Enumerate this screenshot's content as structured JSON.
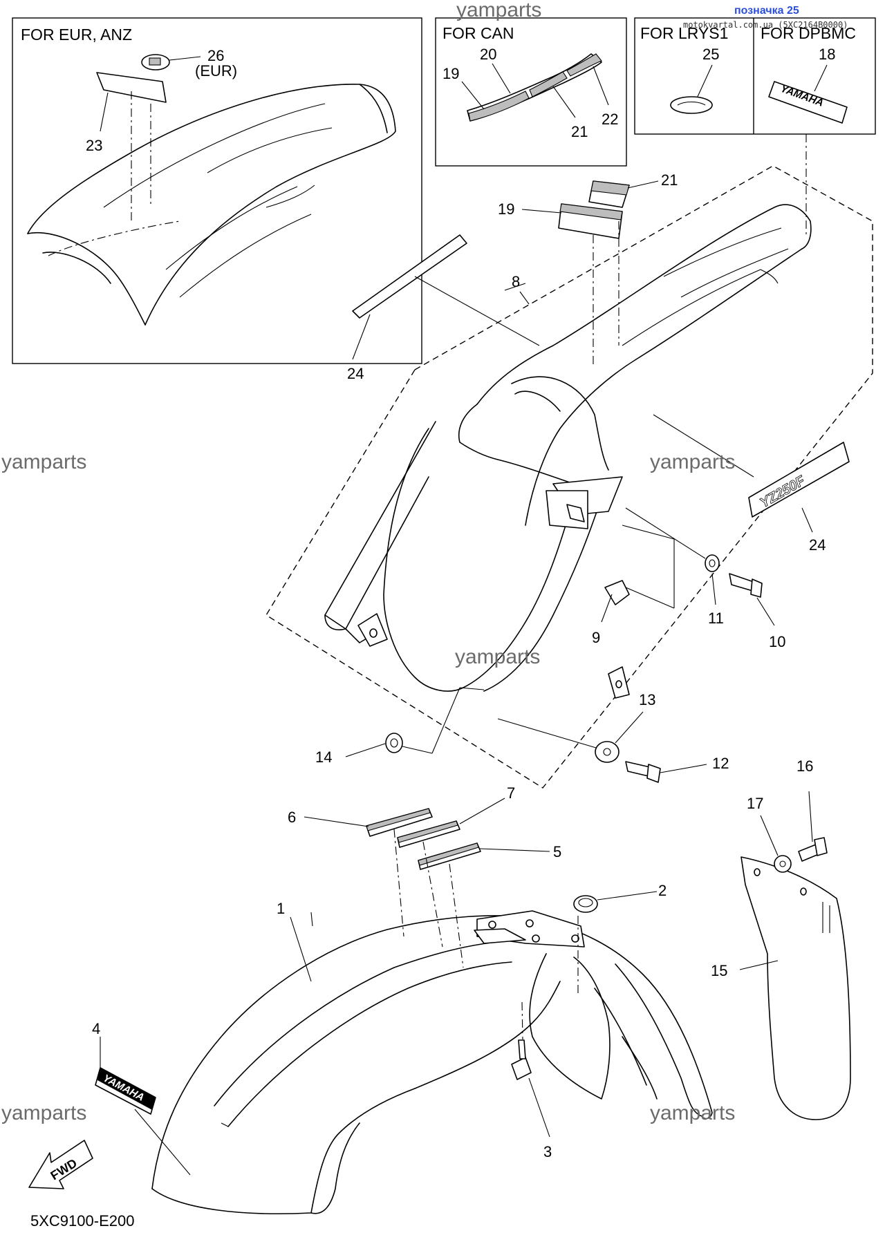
{
  "watermark": "yamparts",
  "top_note": "позначка 25",
  "site_url": "motokvartal.com.ua (5XC2164B0000)",
  "diagram_code": "5XC9100-E200",
  "fwd_label": "FWD",
  "decal_text": "YAMAHA",
  "insets": {
    "eur_anz": {
      "title": "FOR EUR, ANZ",
      "eur_note": "(EUR)"
    },
    "can": {
      "title": "FOR CAN"
    },
    "lrys1": {
      "title": "FOR LRYS1"
    },
    "dpbmc": {
      "title": "FOR DPBMC"
    }
  },
  "callouts": {
    "c1": "1",
    "c2": "2",
    "c3": "3",
    "c4": "4",
    "c5": "5",
    "c6": "6",
    "c7": "7",
    "c8": "8",
    "c9": "9",
    "c10": "10",
    "c11": "11",
    "c12": "12",
    "c13": "13",
    "c14": "14",
    "c15": "15",
    "c16": "16",
    "c17": "17",
    "c18": "18",
    "c19": "19",
    "c19b": "19",
    "c20": "20",
    "c21": "21",
    "c21b": "21",
    "c22": "22",
    "c23": "23",
    "c24": "24",
    "c24b": "24",
    "c25": "25",
    "c26": "26"
  },
  "colors": {
    "ink": "#000000",
    "watermark": "#6b6b6b",
    "note": "#2c4fd8"
  }
}
